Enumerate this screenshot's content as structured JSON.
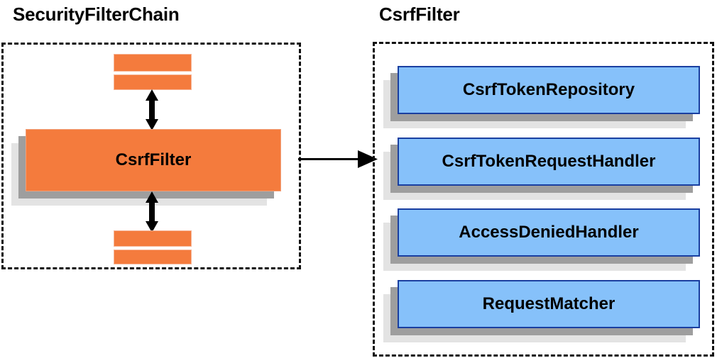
{
  "diagram": {
    "title_left": "SecurityFilterChain",
    "title_right": "CsrfFilter",
    "colors": {
      "orange": "#f47b3d",
      "blue": "#86c1fa",
      "blue_border": "#1a3fa0",
      "shadow_mid": "#9e9e9e",
      "shadow_back": "#e3e3e3",
      "dash_border": "#111111",
      "text": "#000000"
    }
  },
  "left_panel": {
    "title": "SecurityFilterChain",
    "main_node": {
      "label": "CsrfFilter"
    },
    "stubs": [
      {
        "label": ""
      },
      {
        "label": ""
      },
      {
        "label": ""
      },
      {
        "label": ""
      }
    ],
    "connectors": [
      {
        "name": "bidirectional-vertical-top",
        "direction": "both"
      },
      {
        "name": "bidirectional-vertical-bottom",
        "direction": "both"
      }
    ]
  },
  "right_panel": {
    "title": "CsrfFilter",
    "nodes": [
      {
        "label": "CsrfTokenRepository"
      },
      {
        "label": "CsrfTokenRequestHandler"
      },
      {
        "label": "AccessDeniedHandler"
      },
      {
        "label": "RequestMatcher"
      }
    ]
  },
  "cross_connector": {
    "name": "csrffilter-to-collaborators",
    "direction": "right"
  }
}
